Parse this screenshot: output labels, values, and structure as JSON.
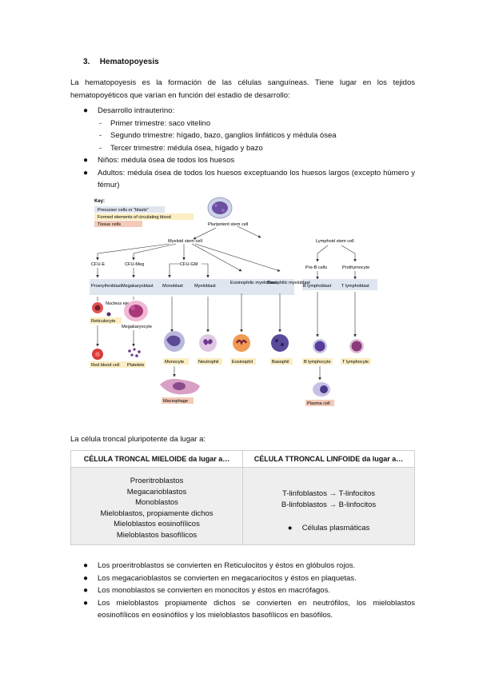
{
  "section": {
    "number": "3.",
    "title": "Hematopoyesis"
  },
  "intro": "La hematopoyesis es la formación de las células sanguíneas. Tiene lugar en los tejidos hematopoyéticos que varían en función del estadio de desarrollo:",
  "bullets": {
    "intrauterine": "Desarrollo intrauterino:",
    "subs": [
      "Primer trimestre: saco vitelino",
      "Segundo trimestre: hígado, bazo, ganglios linfáticos y médula ósea",
      "Tercer trimestre: médula ósea, hígado y bazo"
    ],
    "children": "Niños: médula ósea de todos los huesos",
    "adults": "Adultos: médula ósea de todos los huesos exceptuando los huesos largos (excepto húmero y fémur)"
  },
  "diagram": {
    "key": {
      "title": "Key:",
      "items": [
        {
          "label": "Precursor cells or \"blasts\"",
          "color": "#dfe6f0"
        },
        {
          "label": "Formed elements of circulating blood",
          "color": "#fbeec2"
        },
        {
          "label": "Tissue cells",
          "color": "#f4cbb8"
        }
      ]
    },
    "labels": {
      "pluripotent": "Pluripotent stem cell",
      "myeloid": "Myeloid stem cell",
      "lymphoid": "Lymphoid stem cell",
      "cfue": "CFU-E",
      "cfumeg": "CFU-Meg",
      "cfugm": "CFU-GM",
      "preb": "Pre-B cells",
      "prothymocyte": "Prothymocyte",
      "proerythroblast": "Proerythroblast",
      "megakaryoblast": "Megakaryoblast",
      "monoblast": "Monoblast",
      "myeloblast": "Myeloblast",
      "eosinophilic": "Eosinophilic myeloblast",
      "basophilic": "Basophilic myeloblast",
      "blymphoblast": "B lymphoblast",
      "tlymphoblast": "T lymphoblast",
      "nucleus": "Nucleus ejected",
      "reticulocyte": "Reticulocyte",
      "megakaryocyte": "Megakaryocyte",
      "rbc": "Red blood cell",
      "platelets": "Platelets",
      "monocyte": "Monocyte",
      "neutrophil": "Neutrophil",
      "eosinophil": "Eosinophil",
      "basophil": "Basophil",
      "blymphocyte": "B lymphocyte",
      "tlymphocyte": "T lymphocyte",
      "macrophage": "Macrophage",
      "plasma": "Plasma cell"
    }
  },
  "caption": "La célula troncal pluripotente da lugar a:",
  "table": {
    "headers": [
      "CÉLULA TRONCAL MIELOIDE da lugar a…",
      "CÉLULA TTRONCAL LINFOIDE da lugar a…"
    ],
    "mieloide": [
      "Proeritroblastos",
      "Megacarioblastos",
      "Monoblastos",
      "Mieloblastos, propiamente dichos",
      "Mieloblastos eosinofílicos",
      "Mieloblastos basofílicos"
    ],
    "linfoide": [
      "T-linfoblastos → T-linfocitos",
      "B-linfoblastos → B-linfocitos"
    ],
    "plasma": "Células plasmáticas"
  },
  "bottom_bullets": [
    "Los proeritroblastos se convierten en Reticulocitos y éstos en glóbulos rojos.",
    "Los megacarioblastos se convierten en megacariocitos y éstos en plaquetas.",
    "Los monoblastos se convierten en monocitos y éstos en macrófagos.",
    "Los mieloblastos propiamente dichos se convierten en neutrófilos, los mieloblastos eosinofílicos en eosinófilos y los mieloblastos basofílicos en basófilos."
  ],
  "colors": {
    "precursor": "#dfe6f0",
    "formed": "#fbeec2",
    "tissue": "#f4cbb8"
  }
}
